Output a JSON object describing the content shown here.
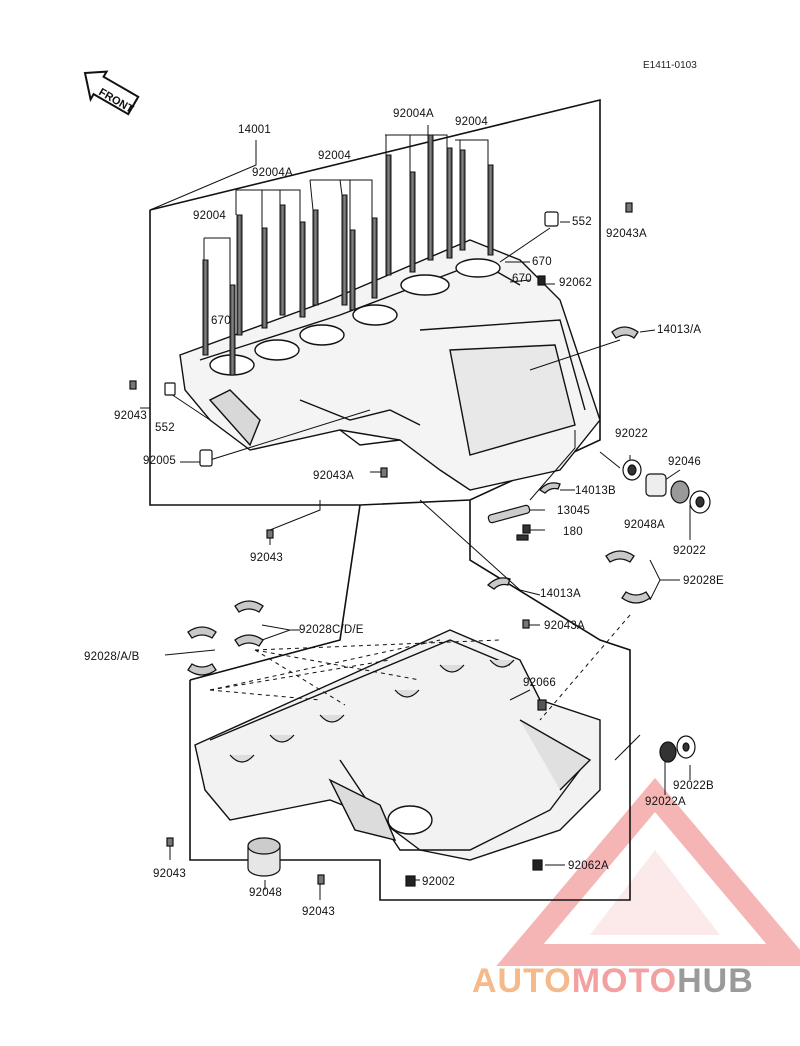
{
  "diagram": {
    "code": "E1411-0103",
    "front_label": "FRONT",
    "labels": {
      "l14001": "14001",
      "l92004A_top": "92004A",
      "l92004_top": "92004",
      "l92004_mid": "92004",
      "l92004A_mid": "92004A",
      "l92004_left": "92004",
      "l552_top": "552",
      "l92043A_top": "92043A",
      "l670_a": "670",
      "l670_b": "670",
      "l92062": "92062",
      "l670_left": "670",
      "l14013A_1": "14013/A",
      "l92043_left": "92043",
      "l552_left": "552",
      "l92022_top": "92022",
      "l92005": "92005",
      "l92043A_mid": "92043A",
      "l92046": "92046",
      "l14013B": "14013B",
      "l13045": "13045",
      "l92048A": "92048A",
      "l180": "180",
      "l92022_b": "92022",
      "l92043_mid": "92043",
      "l92028E": "92028E",
      "l14013A_2": "14013A",
      "l92028CDE": "92028C/D/E",
      "l92043A_low": "92043A",
      "l92028AB": "92028/A/B",
      "l92066": "92066",
      "l92022B": "92022B",
      "l92022A": "92022A",
      "l92043_bl": "92043",
      "l92062A": "92062A",
      "l92048": "92048",
      "l92002": "92002",
      "l92043_bot": "92043"
    }
  },
  "watermark": {
    "part1": "AUTO",
    "part2": "MOTO",
    "part3": "HUB",
    "color1": "#f5b98a",
    "color2": "#f3a0a0",
    "color3": "#9a9a9a"
  }
}
